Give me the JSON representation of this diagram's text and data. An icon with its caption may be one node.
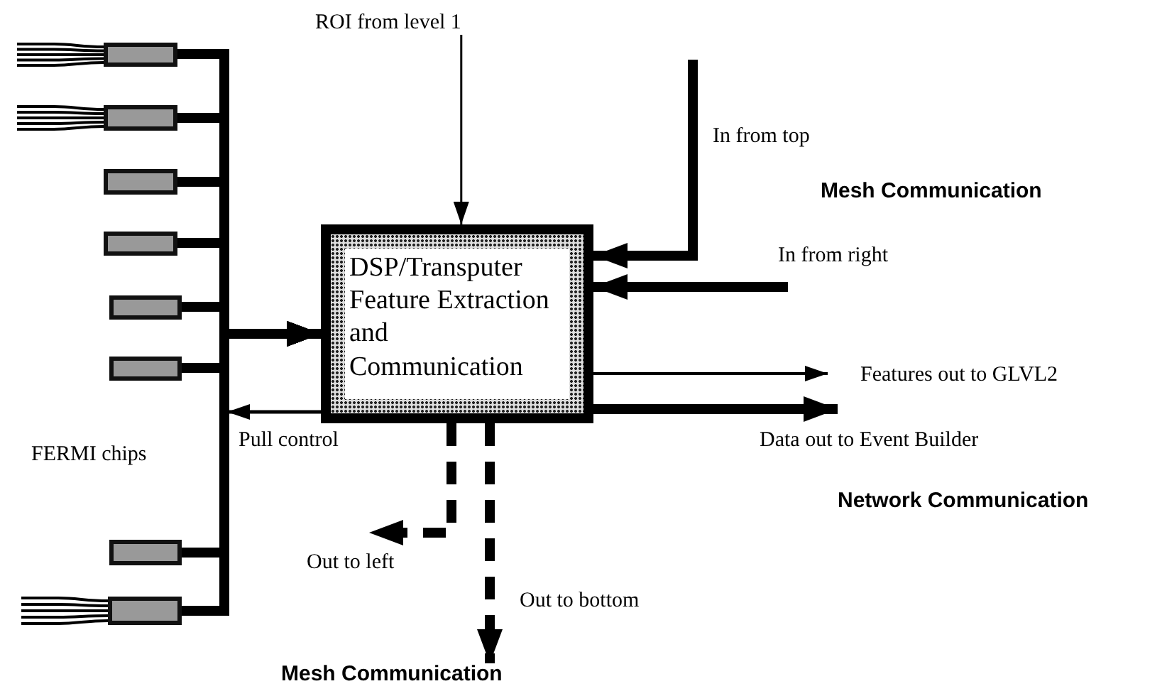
{
  "diagram": {
    "nodes": [
      {
        "text": [],
        "shape": "box"
      },
      {
        "text": [],
        "shape": "box"
      },
      {
        "text": [],
        "shape": "box"
      },
      {
        "text": [],
        "shape": "box"
      },
      {
        "text": [],
        "shape": "box"
      },
      {
        "text": [],
        "shape": "box"
      },
      {
        "text": [],
        "shape": "box"
      },
      {
        "text": [],
        "shape": "box"
      },
      {
        "text": [
          "DSP/Transputer Feature Extraction and Communication"
        ]
      },
      {
        "text": [
          "ROI from level 1"
        ]
      },
      {
        "text": [
          "Mesh Communication"
        ]
      }
    ],
    "edges": [
      {
        "from": 0,
        "to": 8,
        "arrow": "to"
      },
      {
        "from": 1,
        "to": 8,
        "arrow": "to"
      },
      {
        "from": 2,
        "to": 8,
        "arrow": "to"
      },
      {
        "from": 3,
        "to": 8,
        "arrow": "to"
      },
      {
        "from": 4,
        "to": 8,
        "arrow": "to"
      },
      {
        "from": 5,
        "to": 8,
        "arrow": "to"
      },
      {
        "from": 6,
        "to": 8,
        "arrow": "to"
      },
      {
        "from": 7,
        "to": 8,
        "arrow": "to"
      },
      {
        "from": 9,
        "to": 8,
        "arrow": "to"
      },
      {
        "from": null,
        "to": 8,
        "arrow": "to",
        "label": "In from top"
      },
      {
        "from": null,
        "to": 8,
        "arrow": "to",
        "label": "In from right"
      },
      {
        "from": 8,
        "to": null,
        "arrow": "to",
        "label": "Features out to GLVL2"
      },
      {
        "from": 8,
        "to": null,
        "arrow": "to",
        "label": "Data out to Event Builder"
      },
      {
        "from": 8,
        "to": null,
        "arrow": "to",
        "label": "Pull control"
      },
      {
        "from": 8,
        "to": null,
        "arrow": "to",
        "label": "Out to left",
        "style": "dashed"
      },
      {
        "from": 8,
        "to": 10,
        "arrow": "to",
        "label": "Out to bottom",
        "style": "dashed"
      }
    ],
    "labels": [
      "Mesh Communication",
      "FERMI chips",
      "Network Communication"
    ]
  }
}
